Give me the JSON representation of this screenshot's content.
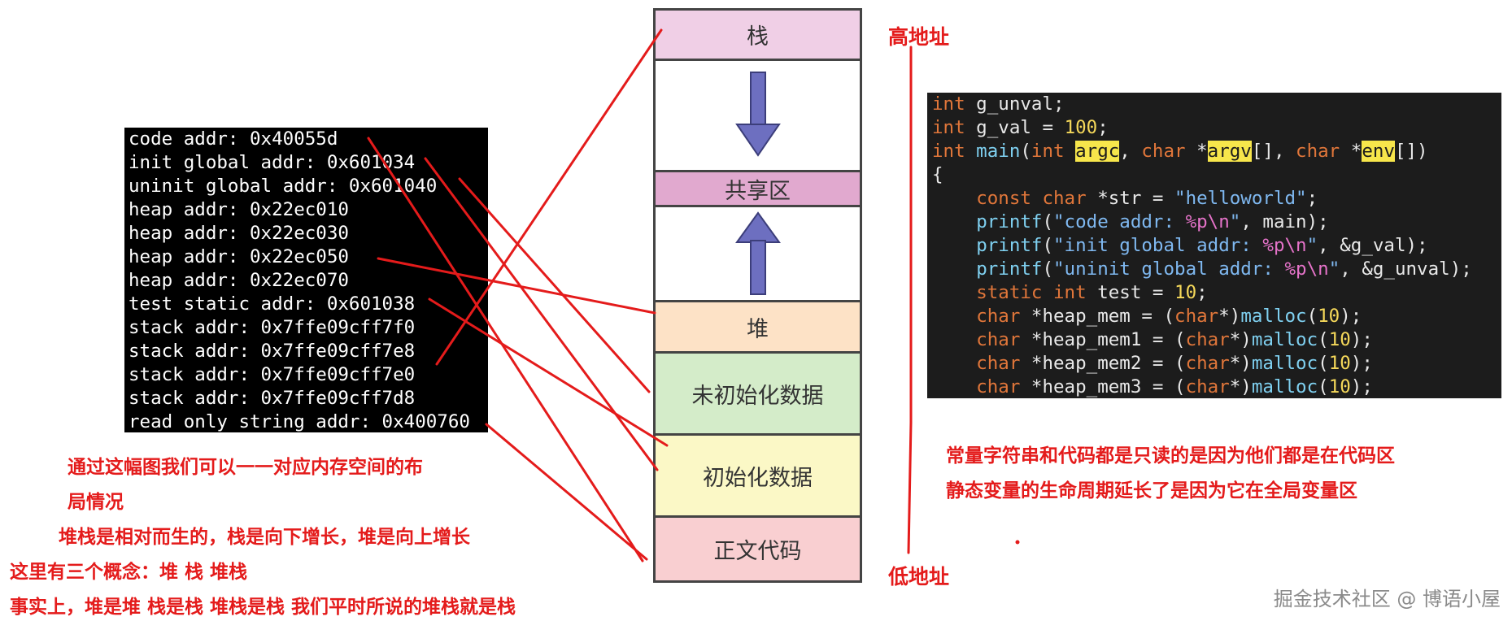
{
  "terminal_lines": [
    "code addr: 0x40055d",
    "init global addr: 0x601034",
    "uninit global addr: 0x601040",
    "heap addr: 0x22ec010",
    "heap addr: 0x22ec030",
    "heap addr: 0x22ec050",
    "heap addr: 0x22ec070",
    "test static addr: 0x601038",
    "stack addr: 0x7ffe09cff7f0",
    "stack addr: 0x7ffe09cff7e8",
    "stack addr: 0x7ffe09cff7e0",
    "stack addr: 0x7ffe09cff7d8",
    "read only string addr: 0x400760"
  ],
  "memory_segments": {
    "stack": "栈",
    "shared": "共享区",
    "heap": "堆",
    "uninit": "未初始化数据",
    "init": "初始化数据",
    "text": "正文代码"
  },
  "labels": {
    "high_addr": "高地址",
    "low_addr": "低地址"
  },
  "left_notes": [
    "通过这幅图我们可以一一对应内存空间的布",
    "局情况",
    "堆栈是相对而生的，栈是向下增长，堆是向上增长",
    "这里有三个概念：堆 栈 堆栈",
    "事实上，堆是堆 栈是栈    堆栈是栈 我们平时所说的堆栈就是栈"
  ],
  "right_notes": [
    "常量字符串和代码都是只读的是因为他们都是在代码区",
    "静态变量的生命周期延长了是因为它在全局变量区"
  ],
  "code": {
    "l1_kw": "int",
    "l1_rest": " g_unval;",
    "l2_kw": "int",
    "l2_mid": " g_val = ",
    "l2_num": "100",
    "l2_end": ";",
    "l3_kw": "int",
    "l3_fn": " main",
    "l3_p1": "(",
    "l3_kw2": "int",
    "l3_sp": " ",
    "l3_argc": "argc",
    "l3_c1": ", ",
    "l3_kw3": "char",
    "l3_s1": " *",
    "l3_argv": "argv",
    "l3_c2": "[], ",
    "l3_kw4": "char",
    "l3_s2": " *",
    "l3_env": "env",
    "l3_end": "[])",
    "l4": "{",
    "l5_indent": "    ",
    "l5_kw": "const char",
    "l5_mid": " *str = ",
    "l5_str": "\"helloworld\"",
    "l5_end": ";",
    "l6_indent": "    ",
    "l6_fn": "printf",
    "l6_a": "(",
    "l6_s1": "\"code addr: ",
    "l6_f": "%p\\n",
    "l6_s2": "\"",
    "l6_end": ", main);",
    "l7_indent": "    ",
    "l7_fn": "printf",
    "l7_a": "(",
    "l7_s1": "\"init global addr: ",
    "l7_f": "%p\\n",
    "l7_s2": "\"",
    "l7_end": ", &g_val);",
    "l8_indent": "    ",
    "l8_fn": "printf",
    "l8_a": "(",
    "l8_s1": "\"uninit global addr: ",
    "l8_f": "%p\\n",
    "l8_s2": "\"",
    "l8_end": ", &g_unval);",
    "l9_indent": "    ",
    "l9_kw": "static int",
    "l9_mid": " test = ",
    "l9_num": "10",
    "l9_end": ";",
    "l10_indent": "    ",
    "l10_kw": "char",
    "l10_mid": " *heap_mem = (",
    "l10_kw2": "char",
    "l10_c": "*)",
    "l10_fn": "malloc",
    "l10_p": "(",
    "l10_num": "10",
    "l10_end": ");",
    "l11_indent": "    ",
    "l11_kw": "char",
    "l11_mid": " *heap_mem1 = (",
    "l11_kw2": "char",
    "l11_c": "*)",
    "l11_fn": "malloc",
    "l11_p": "(",
    "l11_num": "10",
    "l11_end": ");",
    "l12_indent": "    ",
    "l12_kw": "char",
    "l12_mid": " *heap_mem2 = (",
    "l12_kw2": "char",
    "l12_c": "*)",
    "l12_fn": "malloc",
    "l12_p": "(",
    "l12_num": "10",
    "l12_end": ");",
    "l13_indent": "    ",
    "l13_kw": "char",
    "l13_mid": " *heap_mem3 = (",
    "l13_kw2": "char",
    "l13_c": "*)",
    "l13_fn": "malloc",
    "l13_p": "(",
    "l13_num": "10",
    "l13_end": ");"
  },
  "watermark": "掘金技术社区 @ 博语小屋",
  "colors": {
    "annotation_red": "#e41b1b",
    "stack": "#f0cfe6",
    "shared": "#e1a9cf",
    "heap": "#fde2c6",
    "uninit": "#d4ecc9",
    "init": "#fbf8c6",
    "text": "#f9cfd1",
    "arrow": "#6d6fc0"
  }
}
